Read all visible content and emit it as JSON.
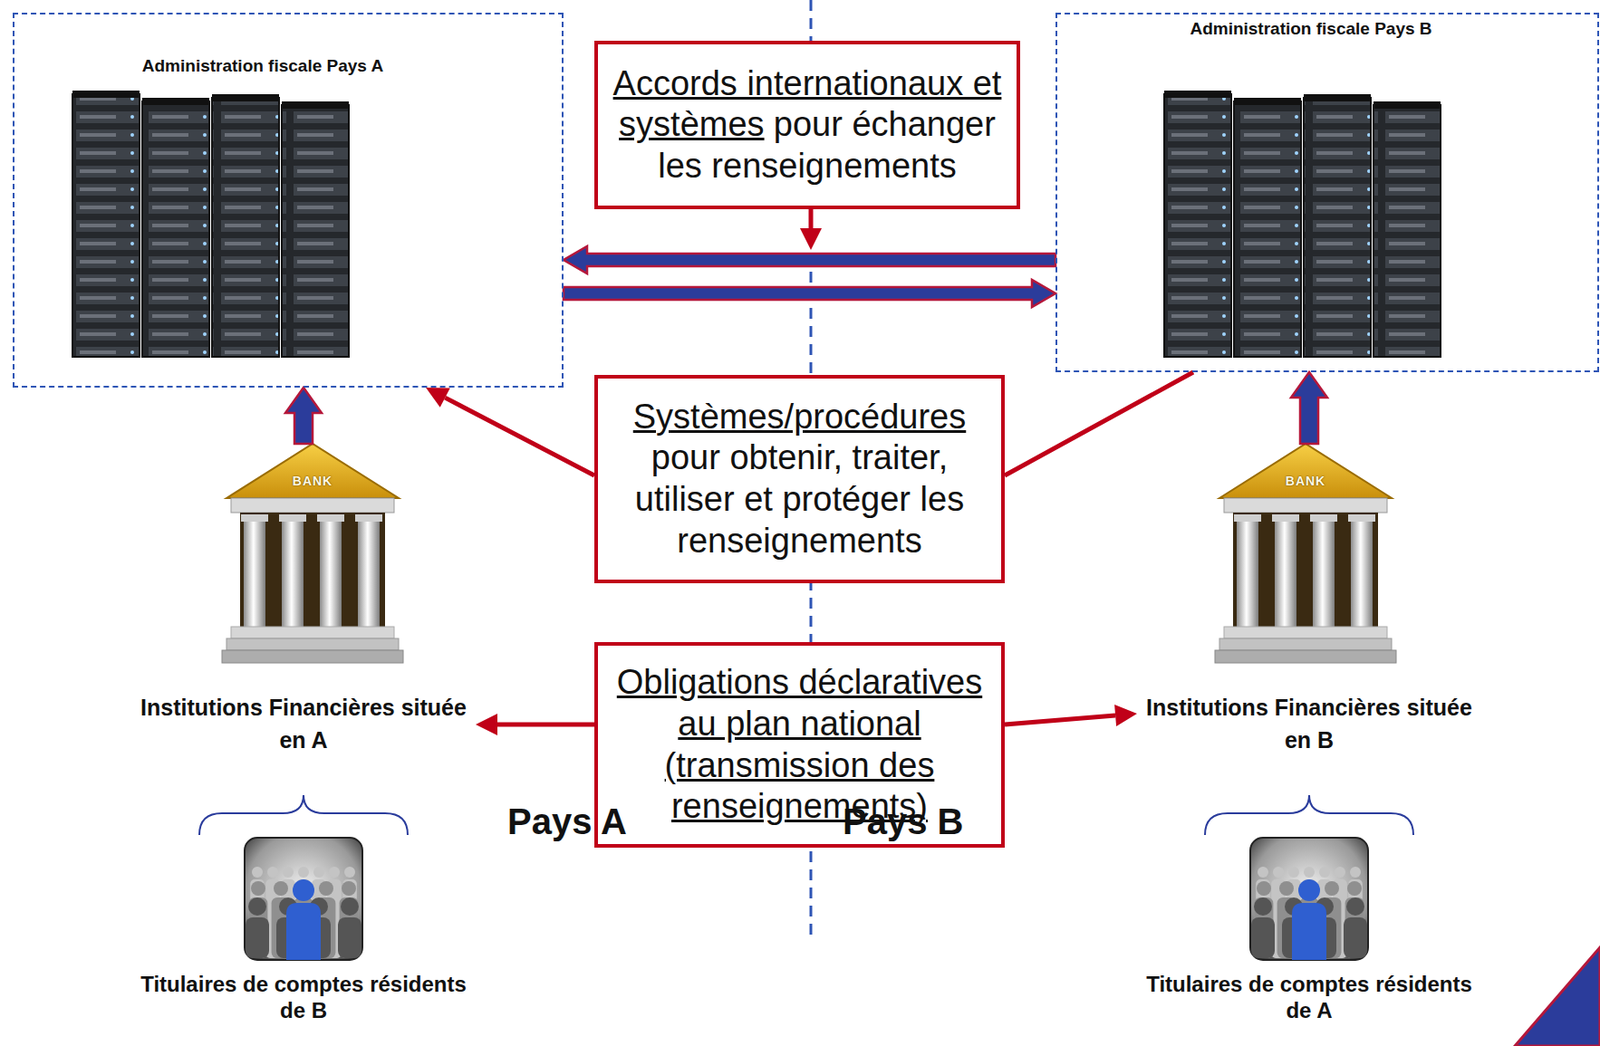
{
  "diagram": {
    "nodes": [
      {
        "text": [
          "Administration fiscale Pays A"
        ]
      },
      {
        "text": [
          "Accords internationaux et systèmes",
          "pour échanger les renseignements"
        ]
      },
      {
        "text": [
          "Administration fiscale Pays B"
        ]
      },
      {
        "text": [
          "Systèmes/procédures",
          "pour obtenir, traiter, utiliser et protéger les renseignements"
        ]
      },
      {
        "text": [
          "BANK",
          "Institutions Financières située en A"
        ]
      },
      {
        "text": [
          "Obligations déclaratives au plan national (transmission des renseignements)"
        ]
      },
      {
        "text": [
          "BANK",
          "Institutions Financières située en B"
        ]
      },
      {
        "text": [
          "Titulaires de comptes résidents de B"
        ]
      },
      {
        "text": [
          "Titulaires de comptes résidents de A"
        ]
      }
    ],
    "edges": [
      {
        "from": 2,
        "to": 0,
        "arrow": "to"
      },
      {
        "from": 0,
        "to": 2,
        "arrow": "to"
      },
      {
        "from": 3,
        "to": 0,
        "arrow": "to"
      },
      {
        "from": 3,
        "to": 2,
        "arrow": "none"
      },
      {
        "from": 4,
        "to": 0,
        "arrow": "to"
      },
      {
        "from": 6,
        "to": 2,
        "arrow": "to"
      },
      {
        "from": 5,
        "to": 4,
        "arrow": "to"
      },
      {
        "from": 5,
        "to": 6,
        "arrow": "to"
      }
    ],
    "labels": [
      "Pays A",
      "Pays B"
    ]
  }
}
